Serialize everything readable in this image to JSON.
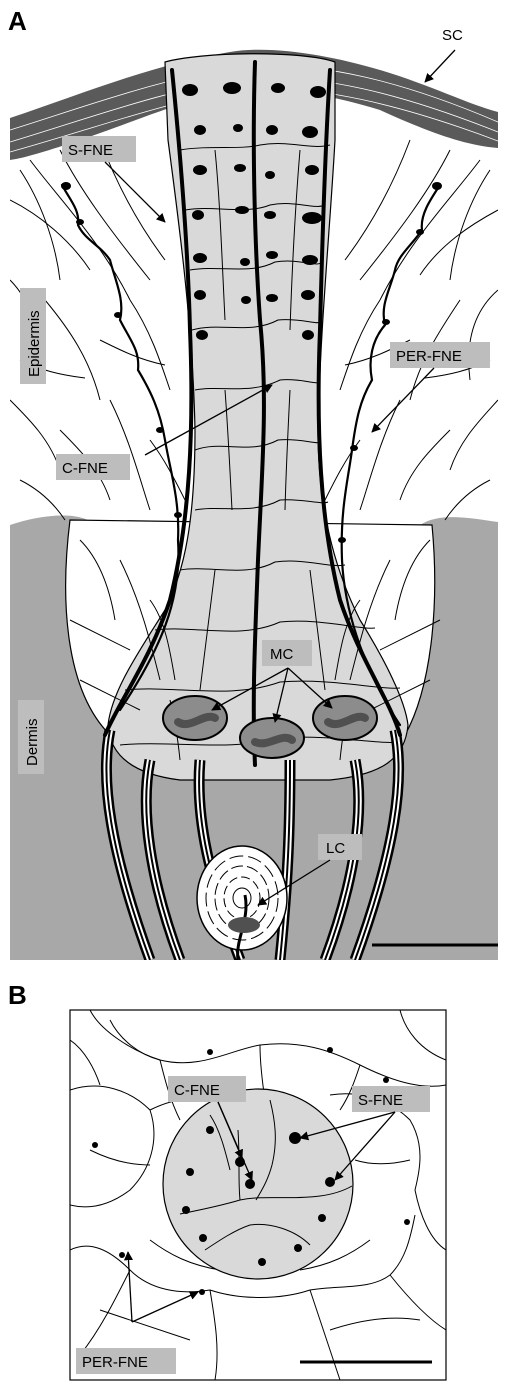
{
  "panel_a": {
    "letter": "A",
    "labels": {
      "sc": "SC",
      "s_fne": "S-FNE",
      "epidermis": "Epidermis",
      "per_fne": "PER-FNE",
      "c_fne": "C-FNE",
      "mc": "MC",
      "dermis": "Dermis",
      "lc": "LC"
    }
  },
  "panel_b": {
    "letter": "B",
    "labels": {
      "c_fne": "C-FNE",
      "s_fne": "S-FNE",
      "per_fne": "PER-FNE"
    }
  },
  "colors": {
    "stratum_corneum": "#5a5a5a",
    "dermis": "#a8a8a8",
    "column_fill": "#d9d9d9",
    "label_box": "#bdbdbd",
    "merkel_cell": "#8c8c8c",
    "merkel_nucleus": "#505050"
  }
}
